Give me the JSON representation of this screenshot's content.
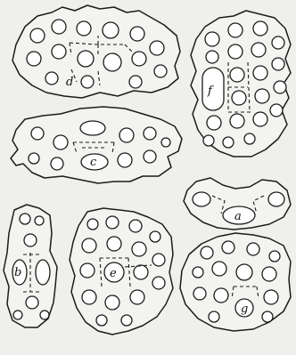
{
  "figures": [
    {
      "key": "a",
      "label": "a"
    },
    {
      "key": "b",
      "label": "b"
    },
    {
      "key": "c",
      "label": "c"
    },
    {
      "key": "d",
      "label": "d"
    },
    {
      "key": "e",
      "label": "e"
    },
    {
      "key": "f",
      "label": "f"
    },
    {
      "key": "g",
      "label": "g"
    }
  ]
}
